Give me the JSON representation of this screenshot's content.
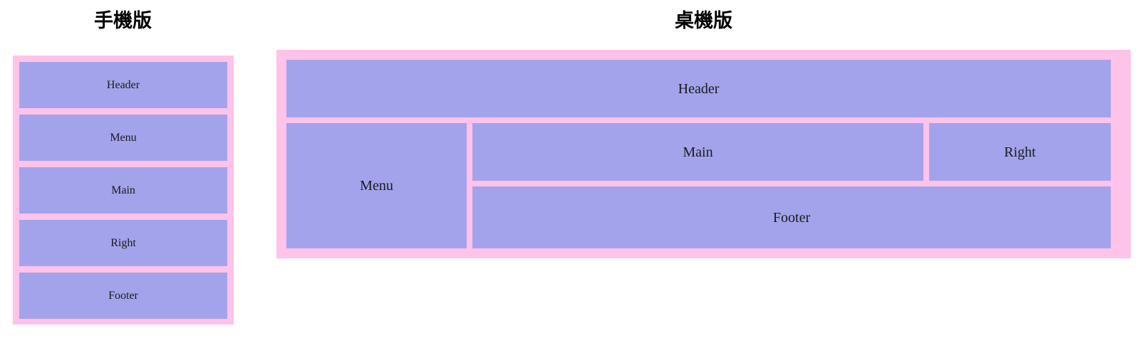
{
  "page": {
    "background_color": "#ffffff",
    "accent_pink": "#ffc2e8",
    "accent_purple": "#a3a3ec",
    "text_color": "#1a1a1a"
  },
  "mobile": {
    "title": "手機版",
    "cells": [
      {
        "key": "header",
        "label": "Header"
      },
      {
        "key": "menu",
        "label": "Menu"
      },
      {
        "key": "main",
        "label": "Main"
      },
      {
        "key": "right",
        "label": "Right"
      },
      {
        "key": "footer",
        "label": "Footer"
      }
    ]
  },
  "desktop": {
    "title": "桌機版",
    "cells": [
      {
        "key": "header",
        "label": "Header"
      },
      {
        "key": "menu",
        "label": "Menu"
      },
      {
        "key": "main",
        "label": "Main"
      },
      {
        "key": "right",
        "label": "Right"
      },
      {
        "key": "footer",
        "label": "Footer"
      }
    ]
  }
}
